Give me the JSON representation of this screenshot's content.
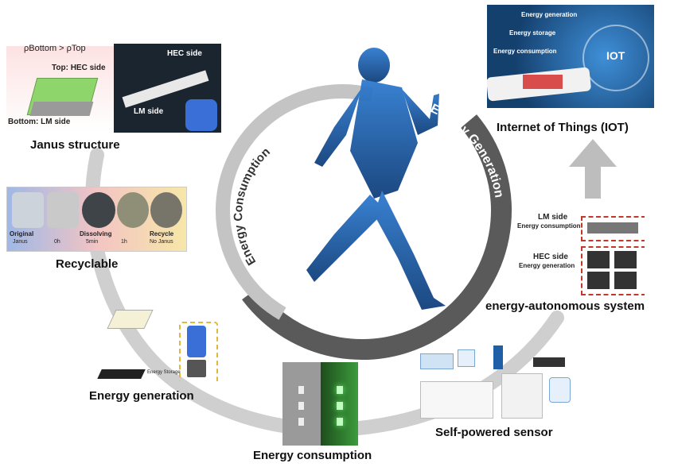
{
  "labels": {
    "janus_structure": "Janus structure",
    "recyclable": "Recyclable",
    "energy_generation_panel": "Energy generation",
    "energy_consumption_panel": "Energy consumption",
    "self_powered_sensor": "Self-powered sensor",
    "energy_autonomous_system": "energy-autonomous system",
    "iot": "Internet of Things (IOT)"
  },
  "ring": {
    "inner_text": "Energy Consumption",
    "outer_text": "Energy Generation"
  },
  "janus": {
    "density_rel": "ρBottom > ρTop",
    "top_label": "Top: HEC side",
    "bottom_label": "Bottom: LM side",
    "photo_hec": "HEC side",
    "photo_lm": "LM side"
  },
  "recycle": {
    "stage1": "Original",
    "stage1_sub": "Janus",
    "time1": "0h",
    "stage2": "Dissolving",
    "time2": "5min",
    "time3": "1h",
    "stage3": "Recycle",
    "stage3_sub": "No Janus"
  },
  "egen": {
    "storage_label": "Energy Storage"
  },
  "autonomous": {
    "lm_side": "LM side",
    "lm_sub": "Energy consumption",
    "hec_side": "HEC side",
    "hec_sub": "Energy generation"
  },
  "iot_photo": {
    "gen": "Energy generation",
    "storage": "Energy storage",
    "consumption": "Energy consumption",
    "iot": "IOT"
  },
  "colors": {
    "arrow_gray": "#c8c8c8",
    "ring_dark": "#555555",
    "ring_light": "#c4c4c4",
    "figure_blue": "#1f5fa8",
    "dashed_red": "#c0392b",
    "led_green": "#6cf06c"
  }
}
